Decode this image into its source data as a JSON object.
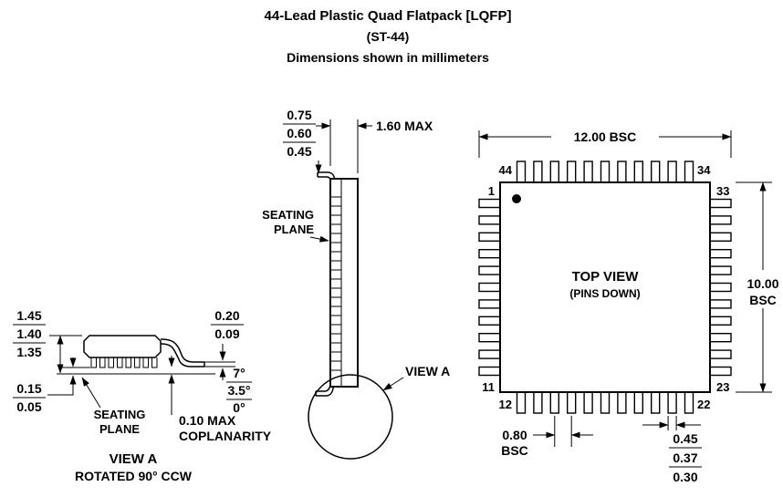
{
  "title": {
    "line1": "44-Lead Plastic Quad Flatpack [LQFP]",
    "line2": "(ST-44)",
    "line3": "Dimensions shown in millimeters"
  },
  "top_view": {
    "label": "TOP VIEW",
    "sublabel": "(PINS DOWN)",
    "width_dim": "12.00 BSC",
    "height_dim": {
      "value": "10.00",
      "unit": "BSC"
    },
    "pitch_dim": {
      "value": "0.80",
      "unit": "BSC"
    },
    "lead_width_dim": [
      "0.45",
      "0.37",
      "0.30"
    ],
    "pin_labels": {
      "top_left": "44",
      "top_right": "34",
      "left_top": "1",
      "right_top": "33",
      "left_bottom": "11",
      "right_bottom": "23",
      "bottom_left": "12",
      "bottom_right": "22"
    }
  },
  "side_view": {
    "foot_length_dim": [
      "0.75",
      "0.60",
      "0.45"
    ],
    "thickness_dim": "1.60 MAX",
    "seating_plane": [
      "SEATING",
      "PLANE"
    ],
    "view_a_callout": "VIEW A"
  },
  "view_a": {
    "height_dim": [
      "1.45",
      "1.40",
      "1.35"
    ],
    "standoff_dim": [
      "0.15",
      "0.05"
    ],
    "seating_plane": [
      "SEATING",
      "PLANE"
    ],
    "lead_thickness_dim": [
      "0.20",
      "0.09"
    ],
    "lead_angle_dim": [
      "7°",
      "3.5°",
      "0°"
    ],
    "coplanarity": [
      "0.10 MAX",
      "COPLANARITY"
    ],
    "caption": [
      "VIEW A",
      "ROTATED 90° CCW"
    ]
  },
  "colors": {
    "line": "#000000",
    "background": "#ffffff"
  }
}
